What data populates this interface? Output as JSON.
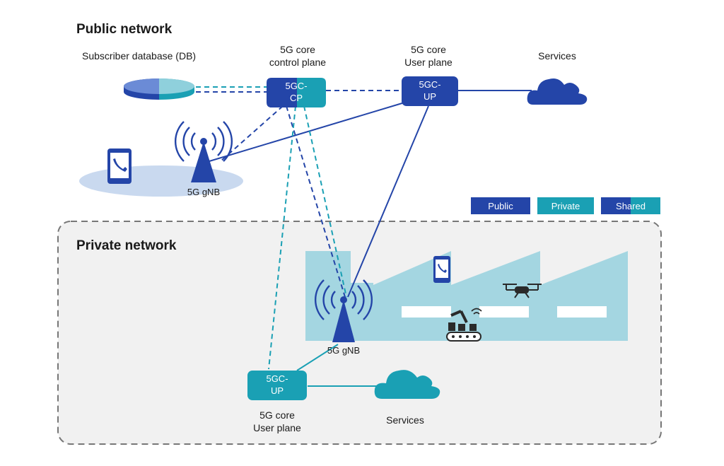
{
  "public_network": {
    "title": "Public network",
    "subscriber_db_label": "Subscriber database (DB)",
    "core_cp_label_1": "5G core",
    "core_cp_label_2": "control plane",
    "core_up_label_1": "5G core",
    "core_up_label_2": "User plane",
    "services_label": "Services",
    "cp_box_line1": "5GC-",
    "cp_box_line2": "CP",
    "up_box_line1": "5GC-",
    "up_box_line2": "UP",
    "gnb_label": "5G gNB"
  },
  "legend": {
    "public": "Public",
    "private": "Private",
    "shared": "Shared"
  },
  "private_network": {
    "title": "Private network",
    "gnb_label": "5G gNB",
    "up_box_line1": "5GC-",
    "up_box_line2": "UP",
    "core_up_label_1": "5G core",
    "core_up_label_2": "User plane",
    "services_label": "Services"
  },
  "colors": {
    "public": "#2445a8",
    "private": "#1aa0b4",
    "factory": "#9fd3de",
    "ellipse": "#c9d9ef",
    "private_bg": "#f1f1f1"
  }
}
